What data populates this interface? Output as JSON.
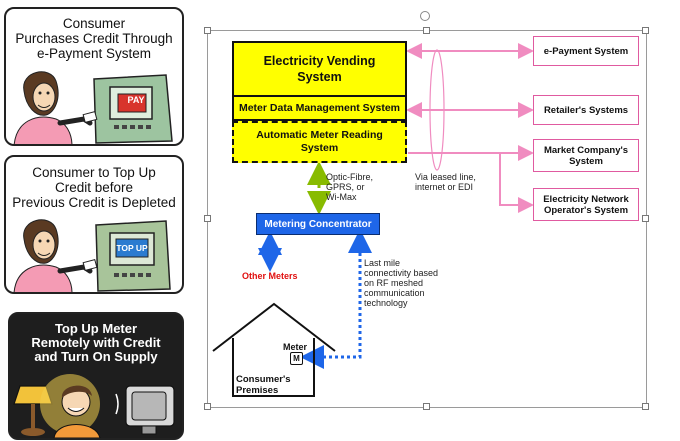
{
  "panels": [
    {
      "lines": [
        "Consumer",
        "Purchases Credit Through",
        "e-Payment System"
      ],
      "screen": "PAY"
    },
    {
      "lines": [
        "Consumer to Top Up",
        "Credit before",
        "Previous Credit is Depleted"
      ],
      "screen": "TOP UP"
    },
    {
      "lines": [
        "Top Up Meter",
        "Remotely with Credit",
        "and Turn On Supply"
      ]
    }
  ],
  "diagram": {
    "vending": [
      "Electricity Vending",
      "System"
    ],
    "mdms": "Meter Data Management System",
    "amr": [
      "Automatic Meter Reading",
      "System"
    ],
    "concentrator": "Metering Concentrator",
    "other_meters": "Other Meters",
    "link_label": [
      "Optic-Fibre,",
      "GPRS, or",
      "Wi-Max"
    ],
    "via_label": [
      "Via leased line,",
      "internet or EDI"
    ],
    "lastmile_label": [
      "Last mile",
      "connectivity based",
      "on RF meshed",
      "communication",
      "technology"
    ],
    "meter_label": "Meter",
    "meter_symbol": "M",
    "premises_label": [
      "Consumer's",
      "Premises"
    ],
    "external": [
      [
        "e-Payment System"
      ],
      [
        "Retailer's Systems"
      ],
      [
        "Market Company's",
        "System"
      ],
      [
        "Electricity Network",
        "Operator's System"
      ]
    ],
    "colors": {
      "yellow": "#ffff00",
      "pink": "#f08cc0",
      "blue": "#1e66e8",
      "green": "#88bb00",
      "red": "#e01010"
    }
  }
}
